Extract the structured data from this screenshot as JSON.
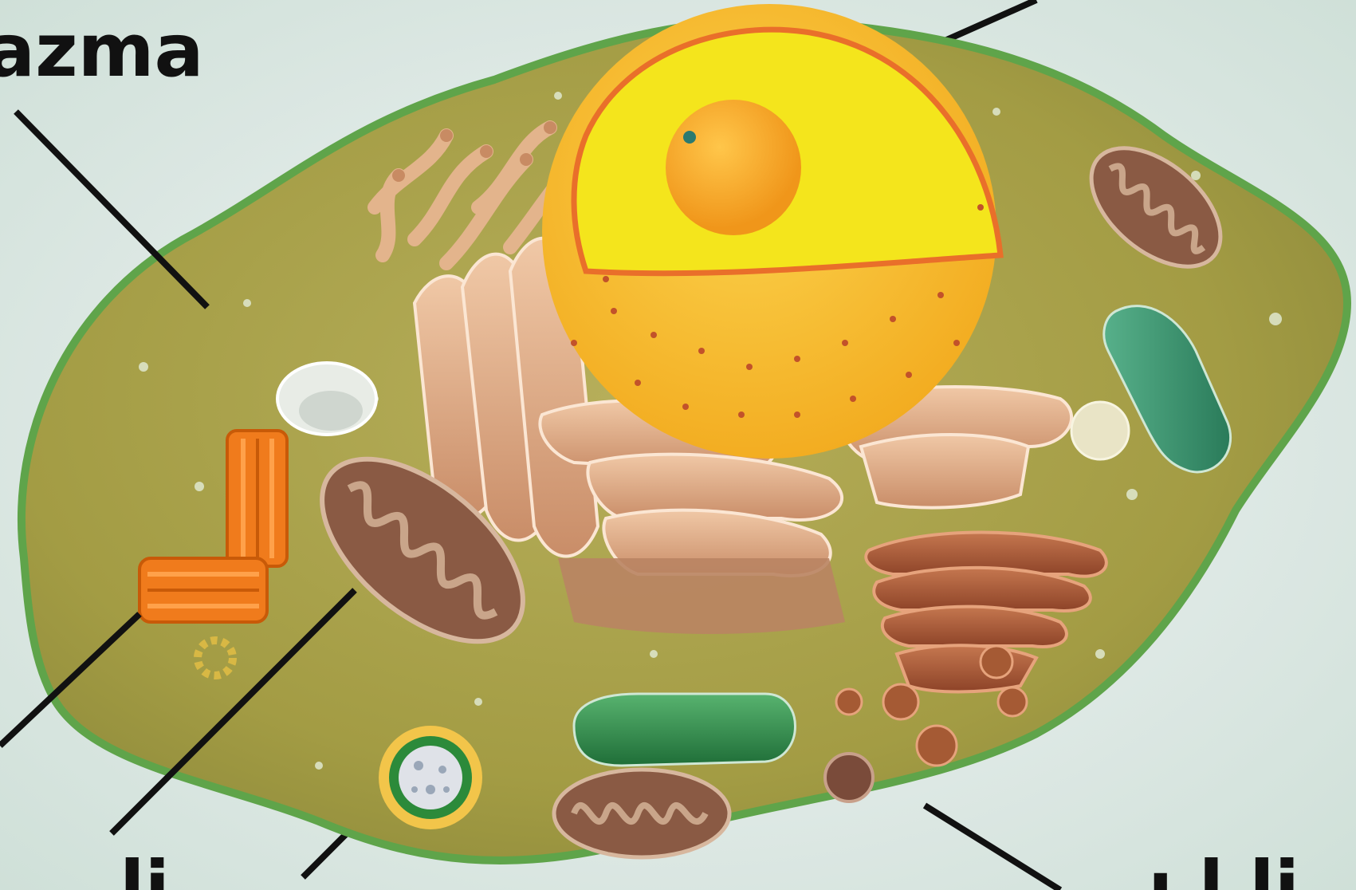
{
  "labels": {
    "top_left": "azma",
    "bottom_left": "li",
    "bottom_right": "ı l li"
  },
  "colors": {
    "background": "#dde8e4",
    "cytoplasm": "#a8a24a",
    "membrane": "#5fa44a",
    "nucleus_outer": "#f4b72c",
    "nucleus_inner": "#f6e31c",
    "nucleolus": "#f2a62a",
    "er": "#e2b08c",
    "mitochondrion": "#8a5a44",
    "green_organelle": "#2f8a4f",
    "centriole": "#f07b1c",
    "pointer_line": "#111111"
  },
  "icons": {
    "cell": "animal-cell-diagram",
    "nucleus": "nucleus-icon",
    "mitochondrion": "mitochondrion-icon",
    "er": "endoplasmic-reticulum-icon",
    "golgi": "golgi-icon",
    "centriole": "centriole-icon",
    "vesicle": "vesicle-icon"
  }
}
